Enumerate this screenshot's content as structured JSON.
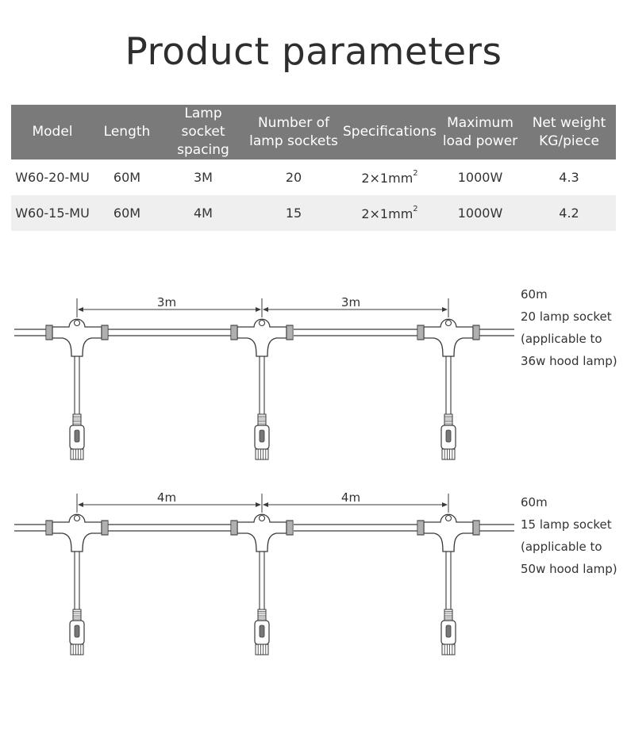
{
  "title": "Product parameters",
  "table": {
    "headers": [
      [
        "Model"
      ],
      [
        "Length"
      ],
      [
        "Lamp socket",
        "spacing"
      ],
      [
        "Number of",
        "lamp sockets"
      ],
      [
        "Specifications"
      ],
      [
        "Maximum",
        "load power"
      ],
      [
        "Net weight",
        "KG/piece"
      ]
    ],
    "rows": [
      {
        "model": "W60-20-MU",
        "length": "60M",
        "spacing": "3M",
        "sockets": "20",
        "spec": "2×1mm",
        "spec_exp": "2",
        "power": "1000W",
        "weight": "4.3"
      },
      {
        "model": "W60-15-MU",
        "length": "60M",
        "spacing": "4M",
        "sockets": "15",
        "spec": "2×1mm",
        "spec_exp": "2",
        "power": "1000W",
        "weight": "4.2"
      }
    ],
    "header_color": "#7a7a7a",
    "stripe_color": "#efefef"
  },
  "diagrams": [
    {
      "spacing_labels": [
        "3m",
        "3m"
      ],
      "note": [
        "60m",
        "20 lamp socket",
        "(applicable to",
        "36w hood lamp)"
      ]
    },
    {
      "spacing_labels": [
        "4m",
        "4m"
      ],
      "note": [
        "60m",
        "15 lamp socket",
        "(applicable to",
        "50w hood lamp)"
      ]
    }
  ]
}
